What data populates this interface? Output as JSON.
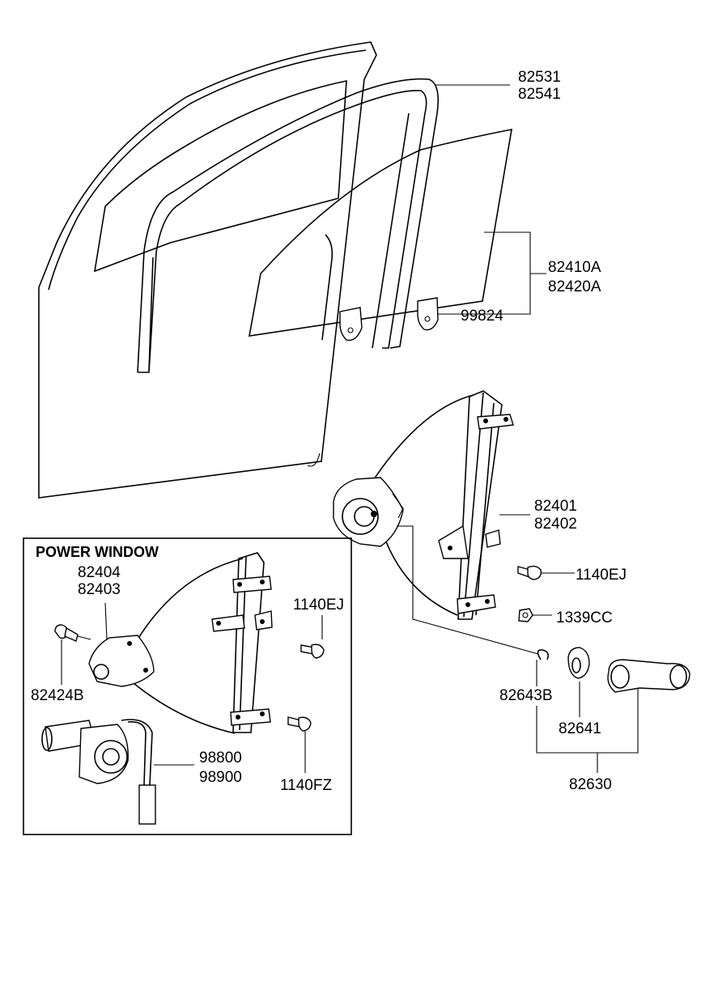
{
  "inset": {
    "title": "POWER WINDOW",
    "labels": {
      "p82404": "82404",
      "p82403": "82403",
      "p82424B": "82424B",
      "p98800": "98800",
      "p98900": "98900",
      "p1140EJ": "1140EJ",
      "p1140FZ": "1140FZ"
    }
  },
  "labels": {
    "p82531": "82531",
    "p82541": "82541",
    "p82410A": "82410A",
    "p82420A": "82420A",
    "p99824": "99824",
    "p82401": "82401",
    "p82402": "82402",
    "p1140EJ": "1140EJ",
    "p1339CC": "1339CC",
    "p82643B": "82643B",
    "p82641": "82641",
    "p82630": "82630"
  },
  "colors": {
    "line": "#000000",
    "background": "#ffffff"
  }
}
